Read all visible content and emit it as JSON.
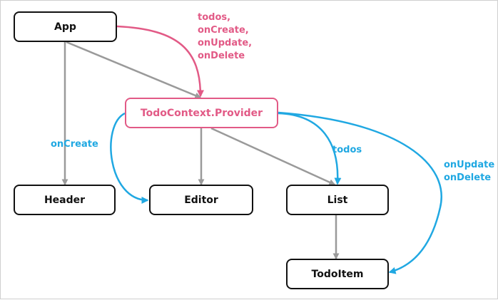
{
  "colors": {
    "structure": "#9a9a9a",
    "context": "#e25a86",
    "data": "#20a8e2",
    "node_border": "#111111"
  },
  "nodes": {
    "app": "App",
    "provider": "TodoContext.Provider",
    "header": "Header",
    "editor": "Editor",
    "list": "List",
    "todoitem": "TodoItem"
  },
  "edge_labels": {
    "app_to_provider": [
      "todos,",
      "onCreate,",
      "onUpdate,",
      "onDelete"
    ],
    "to_editor": "onCreate",
    "to_list": "todos",
    "to_todoitem": [
      "onUpdate",
      "onDelete"
    ]
  },
  "edges": [
    {
      "from": "App",
      "to": "Header",
      "kind": "structure"
    },
    {
      "from": "App",
      "to": "TodoContext.Provider",
      "kind": "structure"
    },
    {
      "from": "App",
      "to": "TodoContext.Provider",
      "kind": "context"
    },
    {
      "from": "TodoContext.Provider",
      "to": "Editor",
      "kind": "structure"
    },
    {
      "from": "TodoContext.Provider",
      "to": "List",
      "kind": "structure"
    },
    {
      "from": "List",
      "to": "TodoItem",
      "kind": "structure"
    },
    {
      "from": "TodoContext.Provider",
      "to": "Editor",
      "kind": "data"
    },
    {
      "from": "TodoContext.Provider",
      "to": "List",
      "kind": "data"
    },
    {
      "from": "TodoContext.Provider",
      "to": "TodoItem",
      "kind": "data"
    }
  ]
}
